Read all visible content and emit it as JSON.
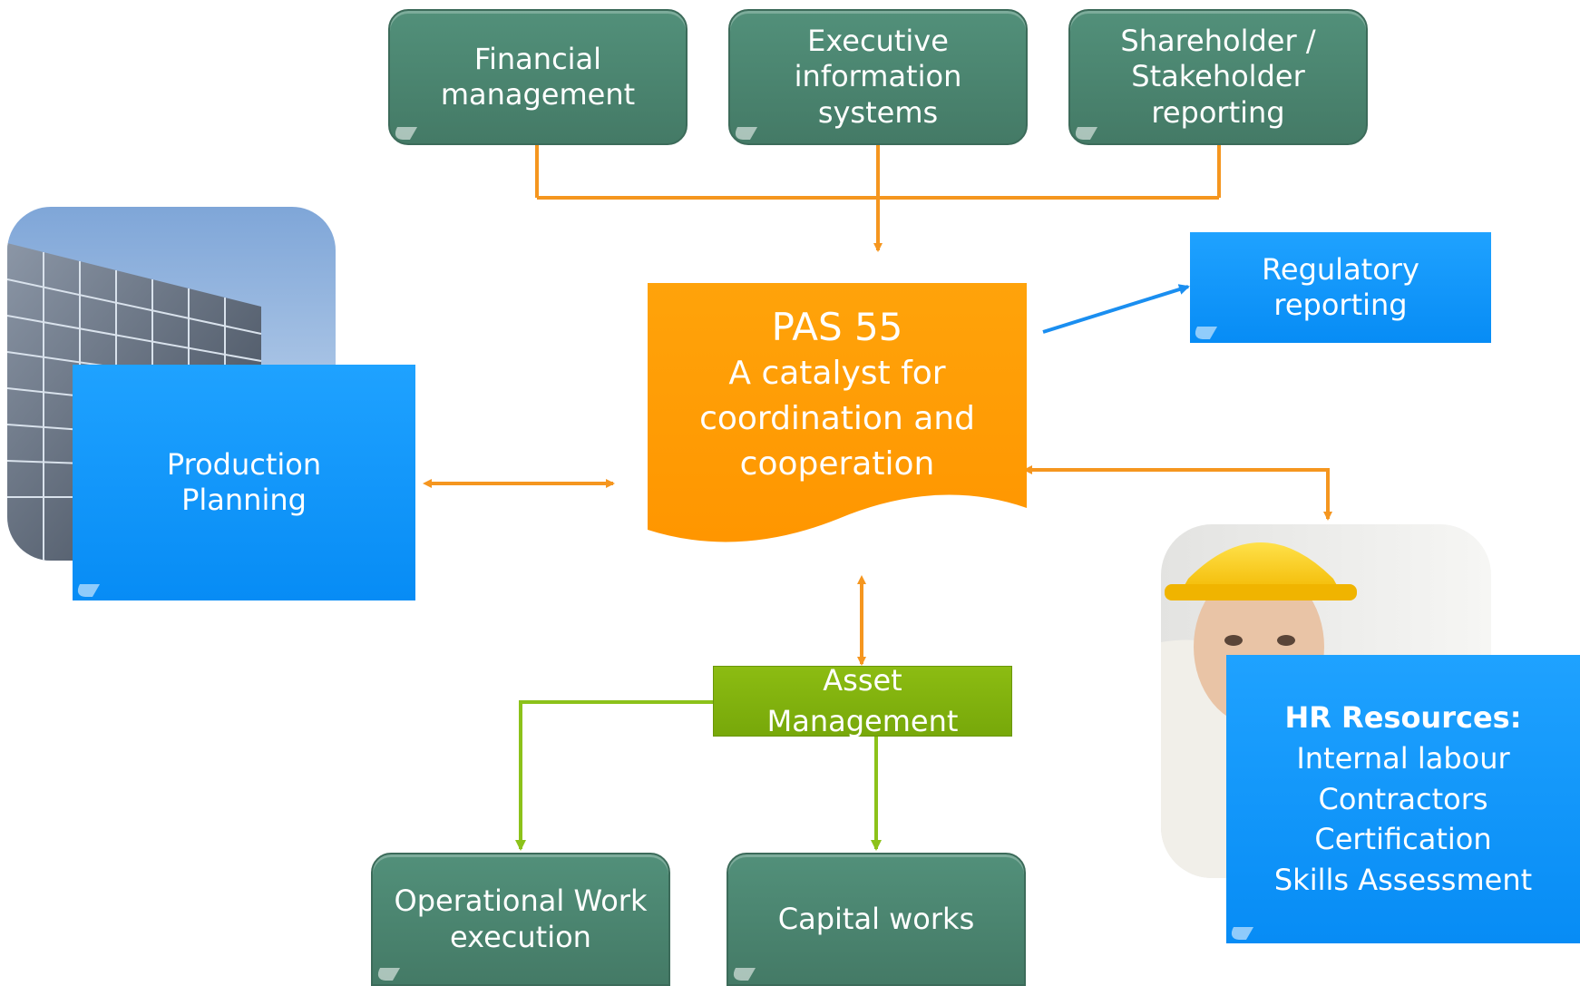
{
  "top_boxes": {
    "financial": "Financial\nmanagement",
    "executive": "Executive\ninformation\nsystems",
    "shareholder": "Shareholder /\nStakeholder\nreporting"
  },
  "center": {
    "title": "PAS 55",
    "subtitle": "A catalyst for\ncoordination and\ncooperation"
  },
  "regulatory": "Regulatory\nreporting",
  "production": "Production\nPlanning",
  "asset": "Asset\nManagement",
  "hr": {
    "heading": "HR Resources:",
    "items": "Internal labour\nContractors\nCertification\nSkills Assessment"
  },
  "bottom_boxes": {
    "operational": "Operational Work\nexecution",
    "capital": "Capital works"
  },
  "colors": {
    "green": "#4a8670",
    "blue": "#0a8ff5",
    "orange": "#ff9c00",
    "lime": "#80b20e",
    "arrow_orange": "#f5961f",
    "arrow_blue": "#1a8ef0",
    "arrow_lime": "#8cc21a"
  }
}
